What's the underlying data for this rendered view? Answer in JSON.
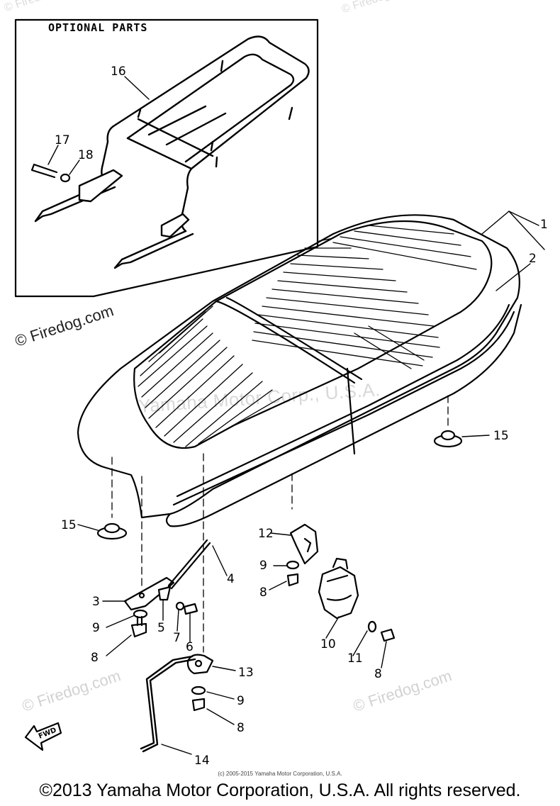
{
  "panel_title": "OPTIONAL PARTS",
  "watermarks": {
    "main": "© Firedog.com",
    "lower_left": "© Firedog.com",
    "lower_right": "© Firedog.com",
    "top_right": "© Firedog.com",
    "top_left": "© Firedog.com",
    "center": "Yamaha Motor Corp., U.S.A."
  },
  "small_copyright": "(c) 2005-2015 Yamaha Motor Corporation, U.S.A.",
  "footer": "©2013 Yamaha Motor Corporation, U.S.A. All rights reserved.",
  "fwd_label": "FWD",
  "callouts": {
    "c1": "1",
    "c2": "2",
    "c3": "3",
    "c4": "4",
    "c5": "5",
    "c6": "6",
    "c7": "7",
    "c8a": "8",
    "c8b": "8",
    "c8c": "8",
    "c8d": "8",
    "c9a": "9",
    "c9b": "9",
    "c9c": "9",
    "c10": "10",
    "c11": "11",
    "c12": "12",
    "c13": "13",
    "c14": "14",
    "c15a": "15",
    "c15b": "15",
    "c16": "16",
    "c17": "17",
    "c18": "18"
  }
}
